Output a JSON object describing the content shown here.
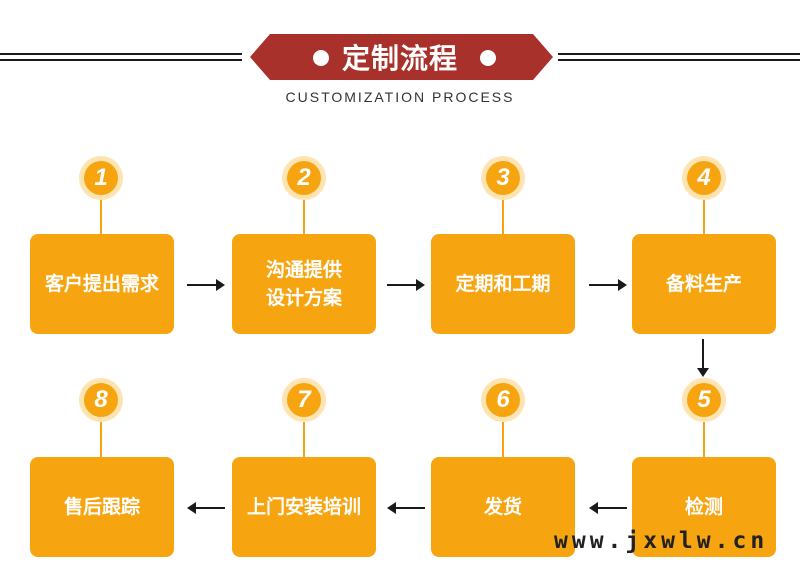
{
  "header": {
    "title": "定制流程",
    "subtitle": "CUSTOMIZATION PROCESS"
  },
  "steps": [
    {
      "number": "1",
      "label": "客户提出需求"
    },
    {
      "number": "2",
      "label": "沟通提供\n设计方案"
    },
    {
      "number": "3",
      "label": "定期和工期"
    },
    {
      "number": "4",
      "label": "备料生产"
    },
    {
      "number": "5",
      "label": "检测"
    },
    {
      "number": "6",
      "label": "发货"
    },
    {
      "number": "7",
      "label": "上门安装培训"
    },
    {
      "number": "8",
      "label": "售后跟踪"
    }
  ],
  "watermark": "www.jxwlw.cn",
  "colors": {
    "step_orange": "#f7a411",
    "badge_halo": "#fde4b0",
    "banner_red": "#a8322b",
    "line_dark": "#1a1a1a"
  }
}
